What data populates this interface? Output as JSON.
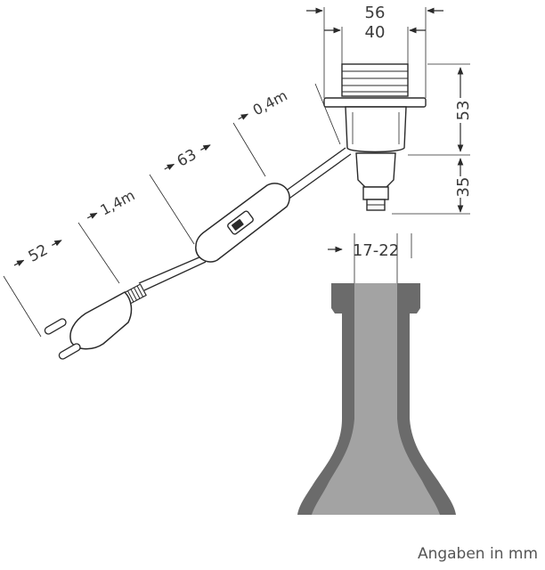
{
  "dimensions": {
    "top_outer": "56",
    "top_inner": "40",
    "socket_height": "53",
    "adapter_height": "35",
    "bottle_neck": "17-22",
    "cable_upper": "0,4m",
    "switch_length": "63",
    "cable_lower": "1,4m",
    "plug_length": "52"
  },
  "footer_note": "Angaben in mm",
  "colors": {
    "line": "#2a2a2a",
    "bottle_body": "#6b6b6b",
    "bottle_inner": "#a3a3a3",
    "text": "#3a3a3a"
  }
}
